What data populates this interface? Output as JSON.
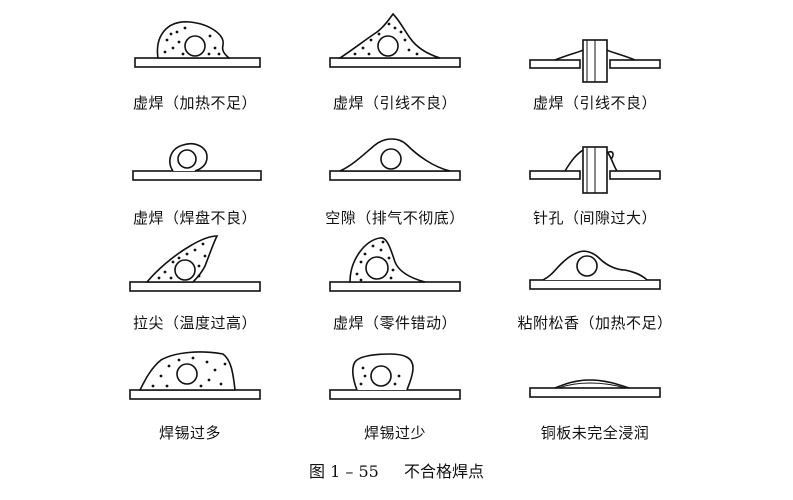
{
  "diagrams": [
    {
      "label": "虚焊（加热不足）"
    },
    {
      "label": "虚焊（引线不良）"
    },
    {
      "label": "虚焊（引线不良）"
    },
    {
      "label": "虚焊（焊盘不良）"
    },
    {
      "label": "空隙（排气不彻底）"
    },
    {
      "label": "针孔（间隙过大）"
    },
    {
      "label": "拉尖（温度过高）"
    },
    {
      "label": "虚焊（零件错动）"
    },
    {
      "label": "粘附松香（加热不足）"
    },
    {
      "label": "焊锡过多"
    },
    {
      "label": "焊锡过少"
    },
    {
      "label": "铜板未完全浸润"
    }
  ],
  "caption": {
    "figure_number": "图 1 – 55",
    "title": "不合格焊点"
  }
}
